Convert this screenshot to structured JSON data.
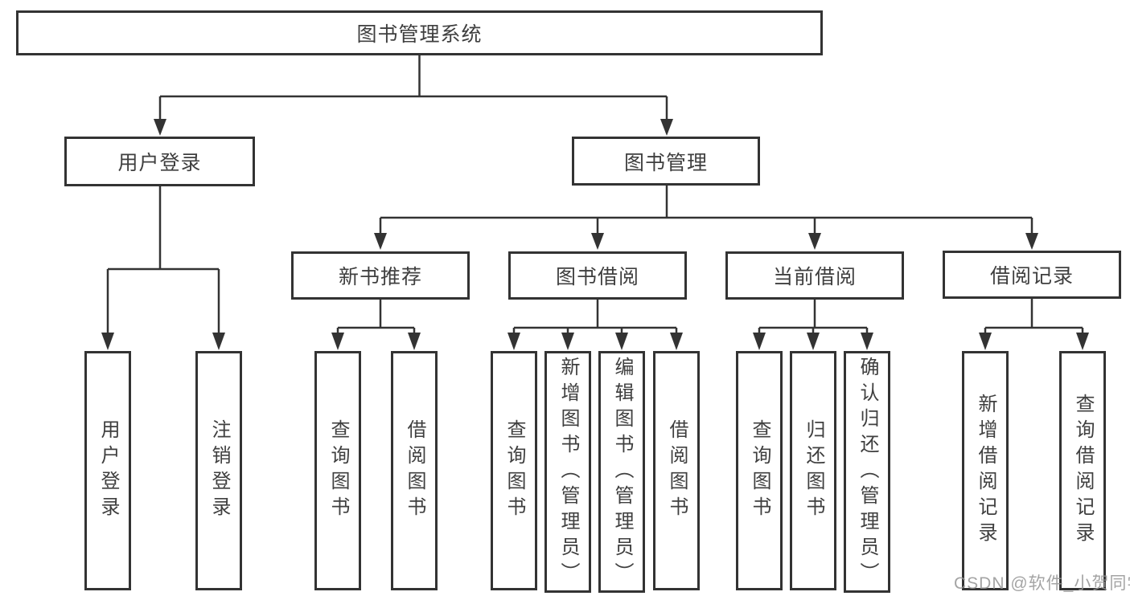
{
  "page": {
    "watermark": "CSDN @软件_小贺同学",
    "colors": {
      "border": "#333333",
      "text": "#3f3f3f",
      "background": "#ffffff",
      "watermark": "#949494"
    }
  },
  "tree": {
    "root": "图书管理系统",
    "branches": [
      {
        "label": "用户登录",
        "children": [
          {
            "label": "用户登录"
          },
          {
            "label": "注销登录"
          }
        ]
      },
      {
        "label": "图书管理",
        "children": [
          {
            "label": "新书推荐",
            "children": [
              {
                "label": "查询图书"
              },
              {
                "label": "借阅图书"
              }
            ]
          },
          {
            "label": "图书借阅",
            "children": [
              {
                "label": "查询图书"
              },
              {
                "label": "新增图书（管理员）"
              },
              {
                "label": "编辑图书（管理员）"
              },
              {
                "label": "借阅图书"
              }
            ]
          },
          {
            "label": "当前借阅",
            "children": [
              {
                "label": "查询图书"
              },
              {
                "label": "归还图书"
              },
              {
                "label": "确认归还（管理员）"
              }
            ]
          },
          {
            "label": "借阅记录",
            "children": [
              {
                "label": "新增借阅记录"
              },
              {
                "label": "查询借阅记录"
              }
            ]
          }
        ]
      }
    ]
  }
}
